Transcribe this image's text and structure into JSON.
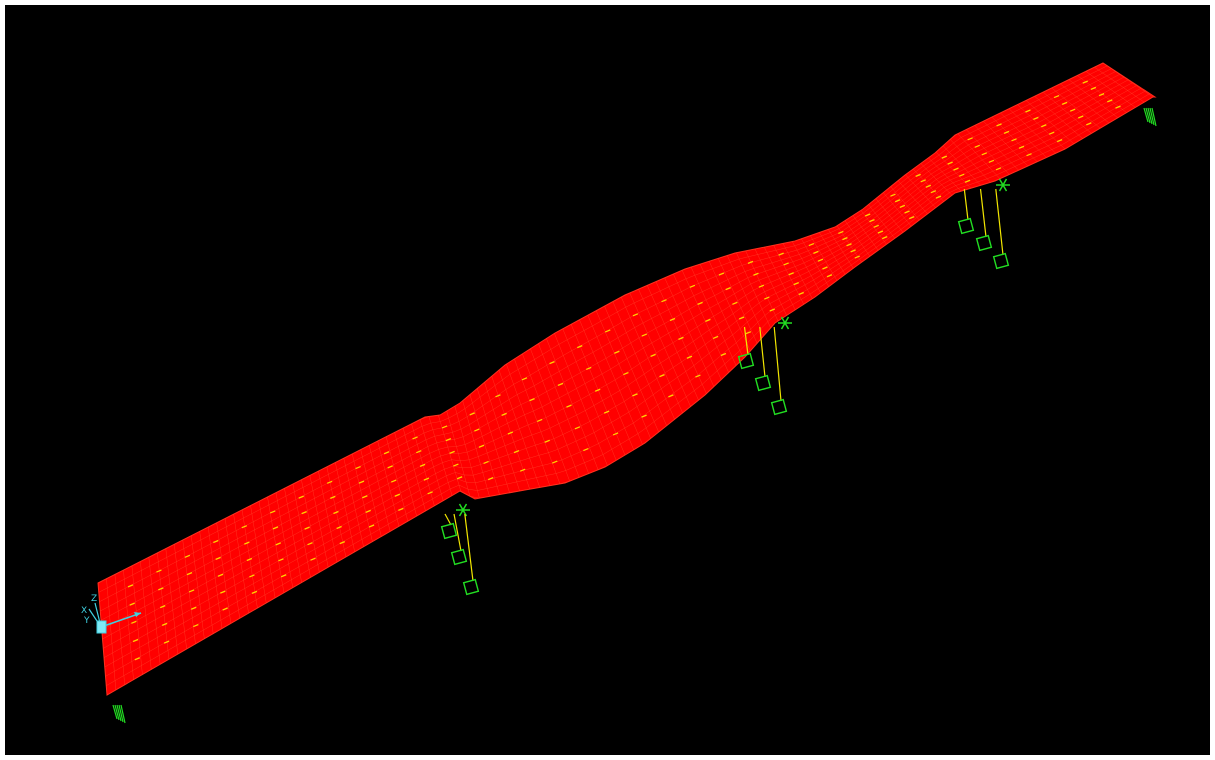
{
  "viewport": {
    "background": "#000000",
    "deck_color": "#ff0000",
    "mesh_line_color": "#ff5a3a",
    "load_arrow_color": "#ffd400",
    "support_color": "#22dd22",
    "pier_link_color": "#f2e600",
    "axis_color": "#3fd0e0"
  },
  "axis_triad": {
    "labels": [
      "Z",
      "X",
      "Y"
    ]
  }
}
